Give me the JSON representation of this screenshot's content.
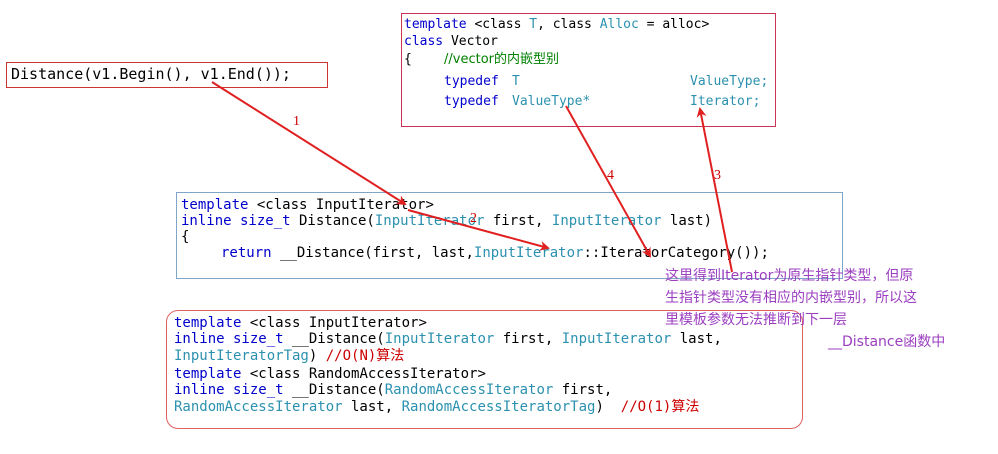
{
  "call_box": {
    "code": "Distance(v1.Begin(), v1.End());"
  },
  "vector_box": {
    "l1_kw1": "template",
    "l1_mid": " <class ",
    "l1_t": "T",
    "l1_sep": ", class ",
    "l1_alloc": "Alloc",
    "l1_eq": " = alloc>",
    "l2_kw": "class",
    "l2_name": " Vector",
    "l3_brace": "{",
    "l3_comment": "//vector的内嵌型别",
    "l4_kw": "typedef",
    "l4_type": "T",
    "l4_name": "ValueType;",
    "l5_kw": "typedef",
    "l5_type": "ValueType*",
    "l5_name": "Iterator;"
  },
  "distance_box": {
    "l1_kw": "template",
    "l1_rest": " <class InputIterator>",
    "l2_kw": "inline size_t",
    "l2_fn": " Distance(",
    "l2_t1": "InputIterator",
    "l2_p1": " first, ",
    "l2_t2": "InputIterator",
    "l2_p2": " last)",
    "l3": "{",
    "l4_kw": "return",
    "l4_fn": " __Distance(",
    "l4_args": "first, last,",
    "l4_t": "InputIterator",
    "l4_tail": "::IteratorCategory());"
  },
  "impl_box": {
    "l1_kw": "template",
    "l1_rest": " <class InputIterator>",
    "l2_kw": "inline size_t",
    "l2_fn": " __Distance(",
    "l2_t1": "InputIterator",
    "l2_p1": " first, ",
    "l2_t2": "InputIterator",
    "l2_p2": " last,",
    "l3_t": "InputIteratorTag",
    "l3_p": ")",
    "l3_comment": "//O(N)算法",
    "l4_kw": "template",
    "l4_rest": " <class RandomAccessIterator>",
    "l5_kw": "inline size_t",
    "l5_fn": " __Distance(",
    "l5_t": "RandomAccessIterator",
    "l5_p": " first,",
    "l6_t1": "RandomAccessIterator",
    "l6_p1": " last, ",
    "l6_t2": "RandomAccessIteratorTag",
    "l6_p2": ")",
    "l6_comment": "//O(1)算法"
  },
  "note": {
    "line1": "这里得到Iterator为原生指针类型，但原",
    "line2": "生指针类型没有相应的内嵌型别，所以这",
    "line3": "里模板参数无法推断到下一层",
    "line4": "__Distance函数中"
  },
  "arrow_labels": [
    "1",
    "2",
    "3",
    "4"
  ],
  "colors": {
    "call_box_border": "#cc3333",
    "vector_box_border": "#cc3355",
    "distance_box_border": "#7ea6c9",
    "impl_box_border": "#e06060",
    "arrow": "#e02020",
    "note": "#9b3fc0"
  }
}
